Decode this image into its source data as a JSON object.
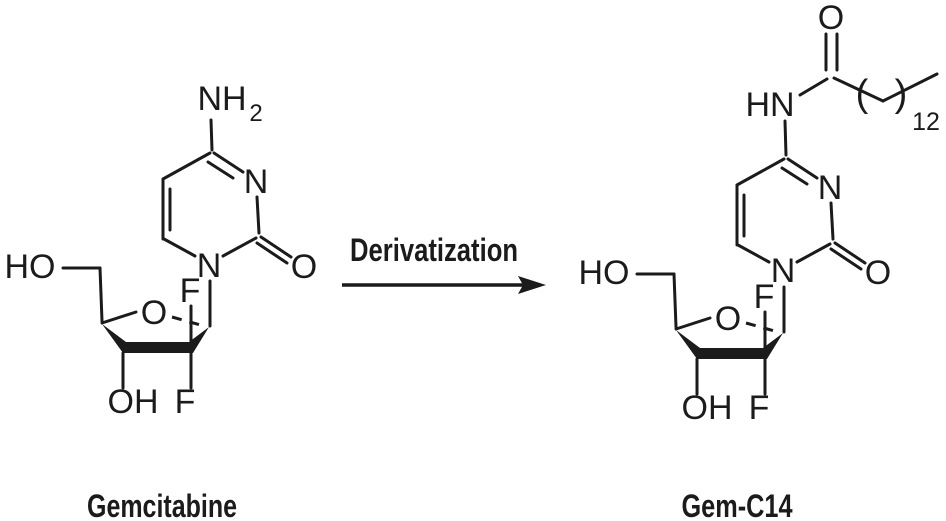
{
  "scheme": {
    "arrow": {
      "label": "Derivatization"
    },
    "reactant": {
      "name": "Gemcitabine",
      "labels": {
        "amine": "NH",
        "amine_subscript": "2",
        "ring_n3": "N",
        "ring_n1": "N",
        "carbonyl_o": "O",
        "hydroxymethyl": "HO",
        "furanose_o": "O",
        "fluorine_top": "F",
        "hydroxyl": "OH",
        "fluorine_bottom": "F"
      }
    },
    "product": {
      "name": "Gem-C14",
      "labels": {
        "amide_o": "O",
        "amide_hn": "HN",
        "paren_open": "(",
        "paren_close": ")",
        "chain_repeat_subscript": "12",
        "ring_n3": "N",
        "ring_n1": "N",
        "carbonyl_o": "O",
        "hydroxymethyl": "HO",
        "furanose_o": "O",
        "fluorine_top": "F",
        "hydroxyl": "OH",
        "fluorine_bottom": "F"
      }
    },
    "colors": {
      "ink": "#1b1b1b",
      "background": "#ffffff"
    }
  }
}
